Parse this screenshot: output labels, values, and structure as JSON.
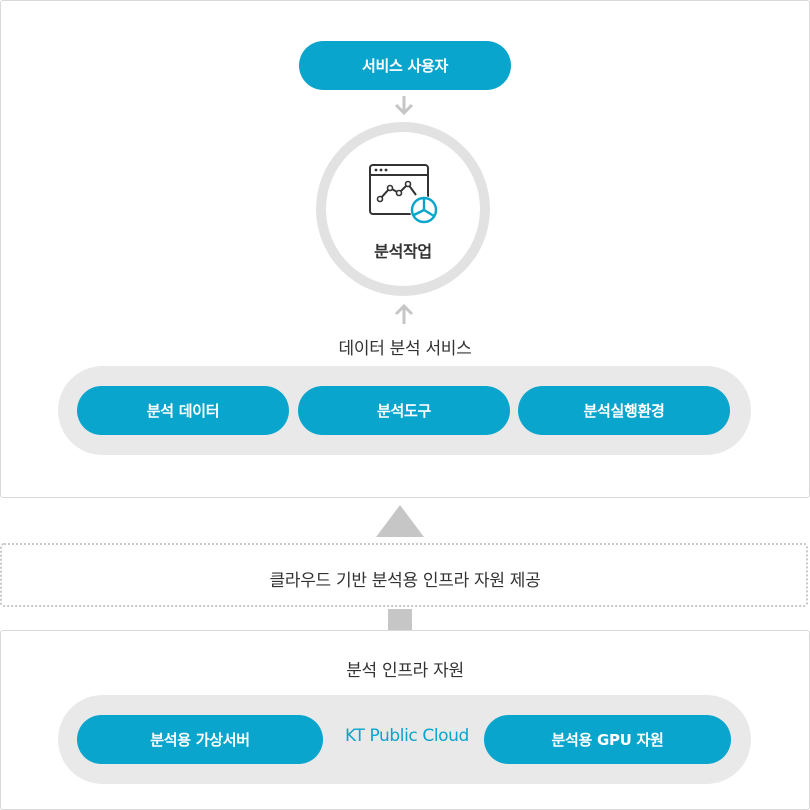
{
  "service_users": "서비스 사용자",
  "analysis_work": "분석작업",
  "data_analysis_service": "데이터 분석 서비스",
  "service_items": [
    "분석 데이터",
    "분석도구",
    "분석실행환경"
  ],
  "cloud_infra_caption": "클라우드 기반 분석용 인프라 자원 제공",
  "infra_title": "분석 인프라 자원",
  "infra_left": "분석용 가상서버",
  "infra_center": "KT Public Cloud",
  "infra_right": "분석용 GPU 자원",
  "colors": {
    "accent": "#0aa5cc",
    "tray": "#e9e9e9",
    "arrow": "#c6c6c6",
    "text": "#333333"
  }
}
